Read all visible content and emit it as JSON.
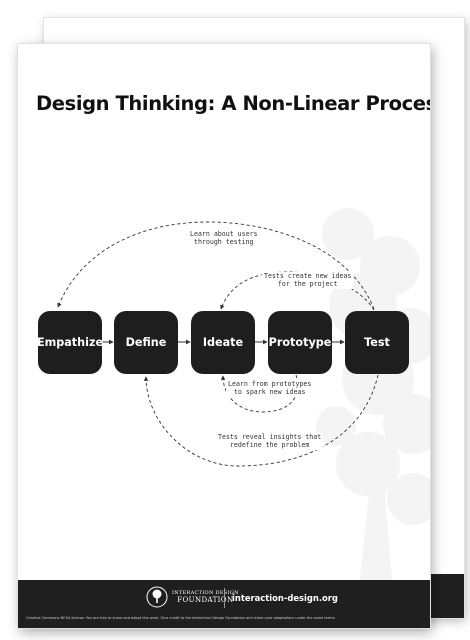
{
  "title": "Design Thinking: A Non-Linear Process",
  "stages": [
    {
      "label": "Empathize"
    },
    {
      "label": "Define"
    },
    {
      "label": "Ideate"
    },
    {
      "label": "Prototype"
    },
    {
      "label": "Test"
    }
  ],
  "feedback_loops": [
    {
      "text_line1": "Learn about users",
      "text_line2": "through testing",
      "from": "Test",
      "to": "Empathize"
    },
    {
      "text_line1": "Tests create new ideas",
      "text_line2": "for the project",
      "from": "Test",
      "to": "Ideate"
    },
    {
      "text_line1": "Learn from prototypes",
      "text_line2": "to spark new ideas",
      "from": "Prototype",
      "to": "Ideate"
    },
    {
      "text_line1": "Tests reveal insights that",
      "text_line2": "redefine the problem",
      "from": "Test",
      "to": "Define"
    }
  ],
  "footer": {
    "logo_line1": "INTERACTION DESIGN",
    "logo_line2": "FOUNDATION",
    "url": "interaction-design.org",
    "license": "Creative Commons BY-SA license: You are free to share and adapt this work. Give credit to the Interaction Design Foundation and share your adaptations under the same terms."
  },
  "colors": {
    "stage_fill": "#1e1e1e",
    "stage_text": "#ffffff",
    "footer_bg": "#1f1f1f",
    "arrow": "#333333"
  }
}
